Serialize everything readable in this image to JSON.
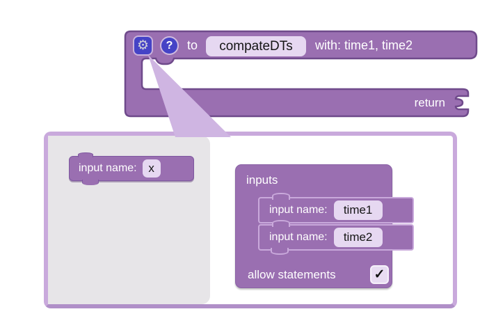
{
  "colors": {
    "block_purple": "#9a6fb1",
    "block_border": "#6f4a8b",
    "nested_outline": "#c9a9db",
    "field_bg": "#e6d8f1",
    "icon_button_bg": "#4543c6",
    "popup_border": "#c9a9dc",
    "flyout_bg": "#e7e5e8",
    "triangle": "#cfb5e2"
  },
  "icons": {
    "gear": "⚙",
    "help": "?",
    "check": "✓"
  },
  "procedure_block": {
    "keyword": "to",
    "name": "compateDTs",
    "params": "with: time1, time2",
    "return_label": "return"
  },
  "mutator": {
    "flyout_block": {
      "label": "input name:",
      "field": "x"
    },
    "inputs_block": {
      "title": "inputs",
      "items": [
        {
          "label": "input name:",
          "field": "time1"
        },
        {
          "label": "input name:",
          "field": "time2"
        }
      ],
      "allow_label": "allow statements",
      "allow_checked": true
    }
  }
}
